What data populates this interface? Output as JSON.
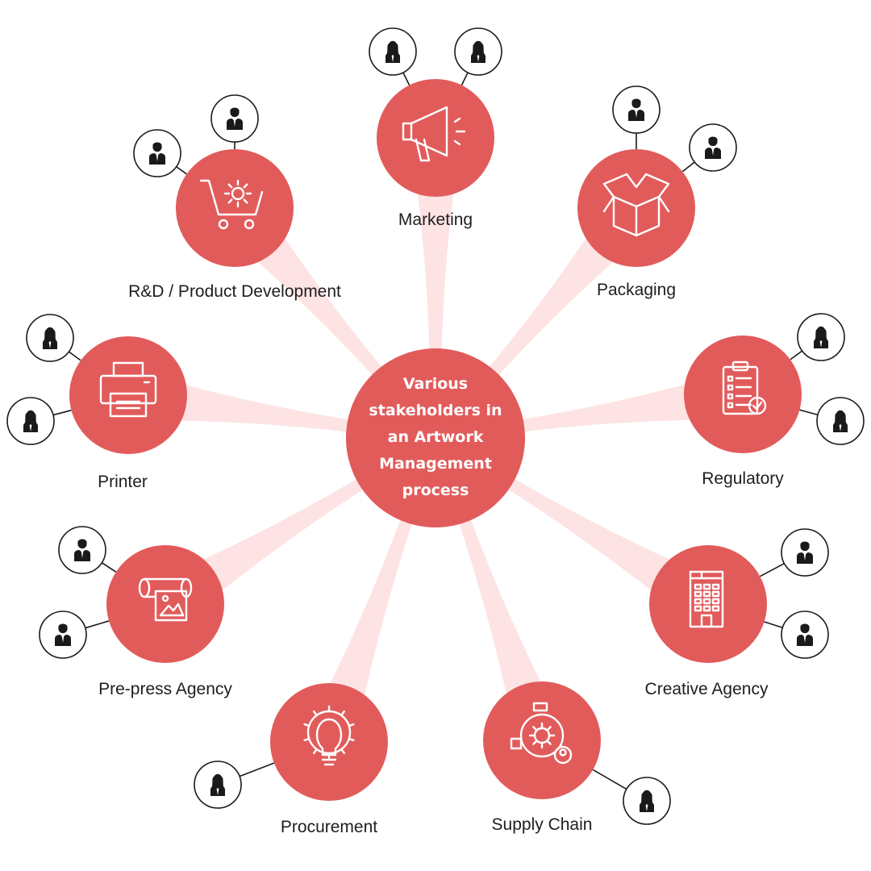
{
  "center": {
    "lines": [
      "Various",
      "stakeholders in",
      "an Artwork",
      "Management",
      "process"
    ]
  },
  "stakeholders": [
    {
      "id": "marketing",
      "label": "Marketing",
      "icon": "megaphone-icon",
      "people": [
        "female",
        "female"
      ]
    },
    {
      "id": "packaging",
      "label": "Packaging",
      "icon": "box-icon",
      "people": [
        "male",
        "male"
      ]
    },
    {
      "id": "regulatory",
      "label": "Regulatory",
      "icon": "clipboard-check-icon",
      "people": [
        "female",
        "female"
      ]
    },
    {
      "id": "creative-agency",
      "label": "Creative Agency",
      "icon": "building-icon",
      "people": [
        "male",
        "male"
      ]
    },
    {
      "id": "supply-chain",
      "label": "Supply Chain",
      "icon": "supply-chain-gear-icon",
      "people": [
        "female"
      ]
    },
    {
      "id": "procurement",
      "label": "Procurement",
      "icon": "lightbulb-gear-icon",
      "people": [
        "female"
      ]
    },
    {
      "id": "pre-press-agency",
      "label": "Pre-press Agency",
      "icon": "print-roll-icon",
      "people": [
        "male",
        "male"
      ]
    },
    {
      "id": "printer",
      "label": "Printer",
      "icon": "printer-icon",
      "people": [
        "female",
        "female"
      ]
    },
    {
      "id": "rnd",
      "label": "R&D / Product Development",
      "icon": "cart-gear-icon",
      "people": [
        "male",
        "male"
      ]
    }
  ],
  "colors": {
    "node": "#e25b5b",
    "spoke": "#fde3e3",
    "person": "#1a1a1a",
    "label": "#1e1e1e"
  }
}
